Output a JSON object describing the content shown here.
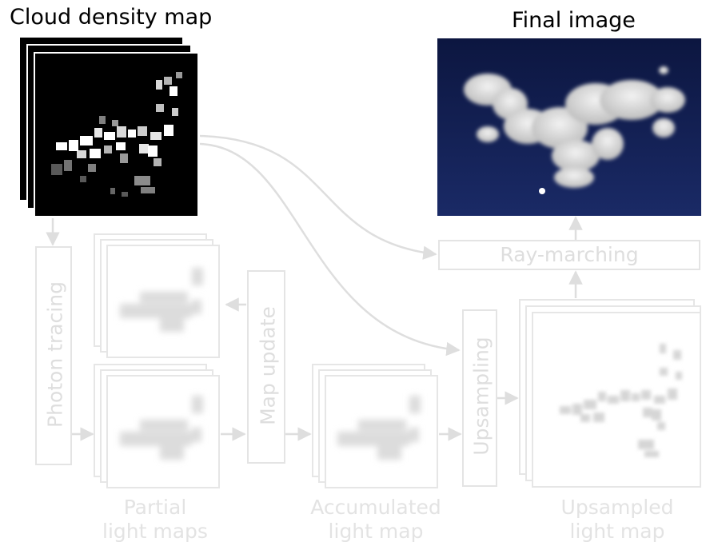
{
  "titles": {
    "input": "Cloud density map",
    "output": "Final image"
  },
  "processes": {
    "photon_tracing": "Photon tracing",
    "map_update": "Map update",
    "upsampling": "Upsampling",
    "ray_marching": "Ray-marching"
  },
  "stage_labels": {
    "partial": "Partial\nlight maps",
    "accumulated": "Accumulated\nlight map",
    "upsampled": "Upsampled\nlight map"
  },
  "colors": {
    "faded_gray": "#e3e3e3",
    "sky": "#0f1b4a",
    "density_bg": "#000000"
  }
}
